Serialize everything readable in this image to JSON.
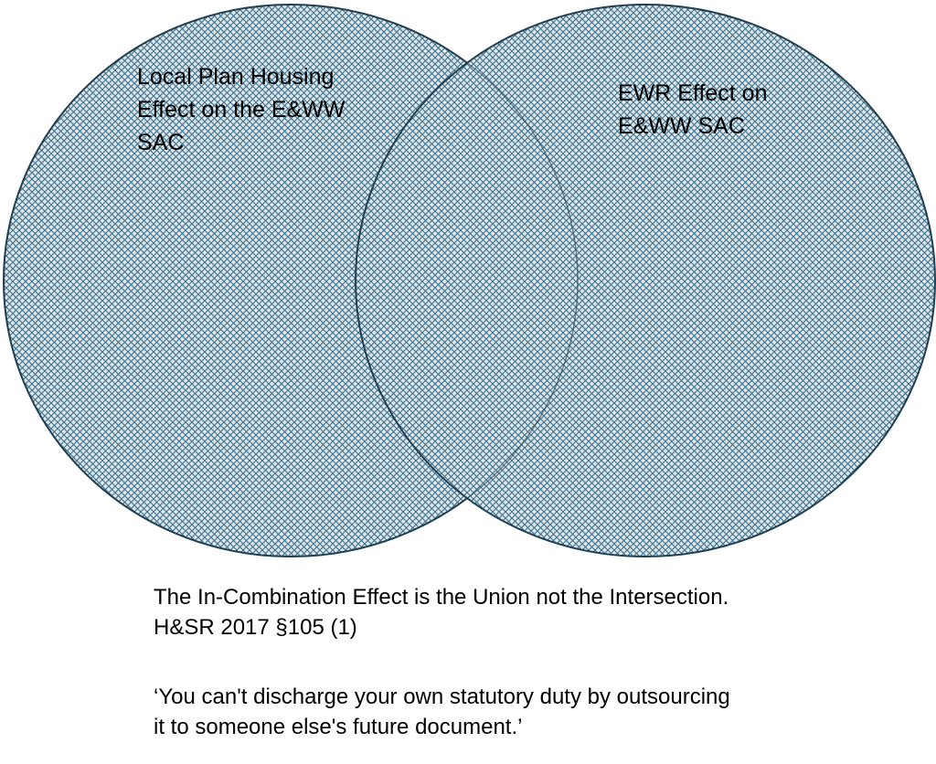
{
  "diagram": {
    "circle_left": {
      "label_lines": [
        "Local Plan Housing",
        "Effect on the E&WW",
        "SAC"
      ]
    },
    "circle_right": {
      "label_lines": [
        "EWR Effect on",
        "E&WW SAC"
      ]
    },
    "colors": {
      "fill_background": "#dce8ee",
      "hatch": "#3d6e86",
      "outline": "#213f52"
    }
  },
  "caption": {
    "union_line": "The In-Combination Effect is the Union not the Intersection.",
    "regulation_line": "H&SR 2017 §105 (1)",
    "quote_line_1": "‘You can't discharge your own statutory duty by outsourcing",
    "quote_line_2": "it to someone else's future document.’"
  }
}
